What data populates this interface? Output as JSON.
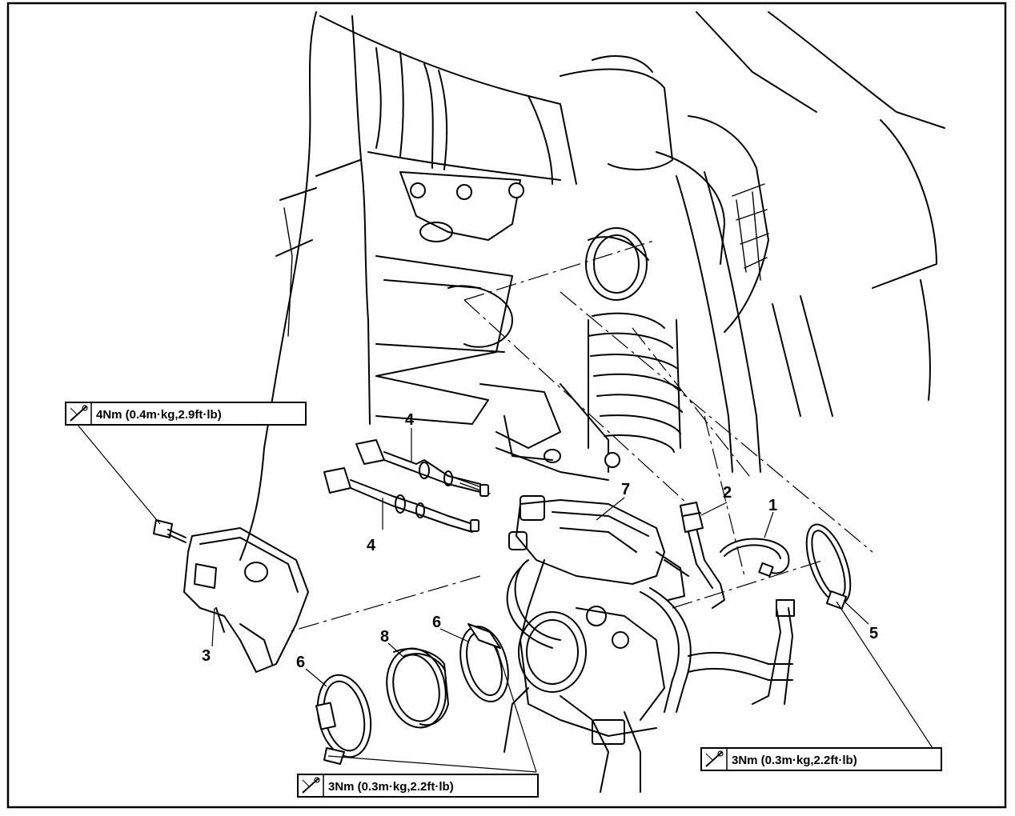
{
  "callouts": {
    "c1": "1",
    "c2": "2",
    "c3": "3",
    "c4a": "4",
    "c4b": "4",
    "c5": "5",
    "c6a": "6",
    "c6b": "6",
    "c7": "7",
    "c8": "8"
  },
  "torque_specs": {
    "cover_bolt": "4Nm (0.4m·kg,2.9ft·lb)",
    "clamp_right": "3Nm (0.3m·kg,2.2ft·lb)",
    "clamp_bottom": "3Nm (0.3m·kg,2.2ft·lb)"
  },
  "icons": {
    "torque": "torque-wrench-icon"
  }
}
